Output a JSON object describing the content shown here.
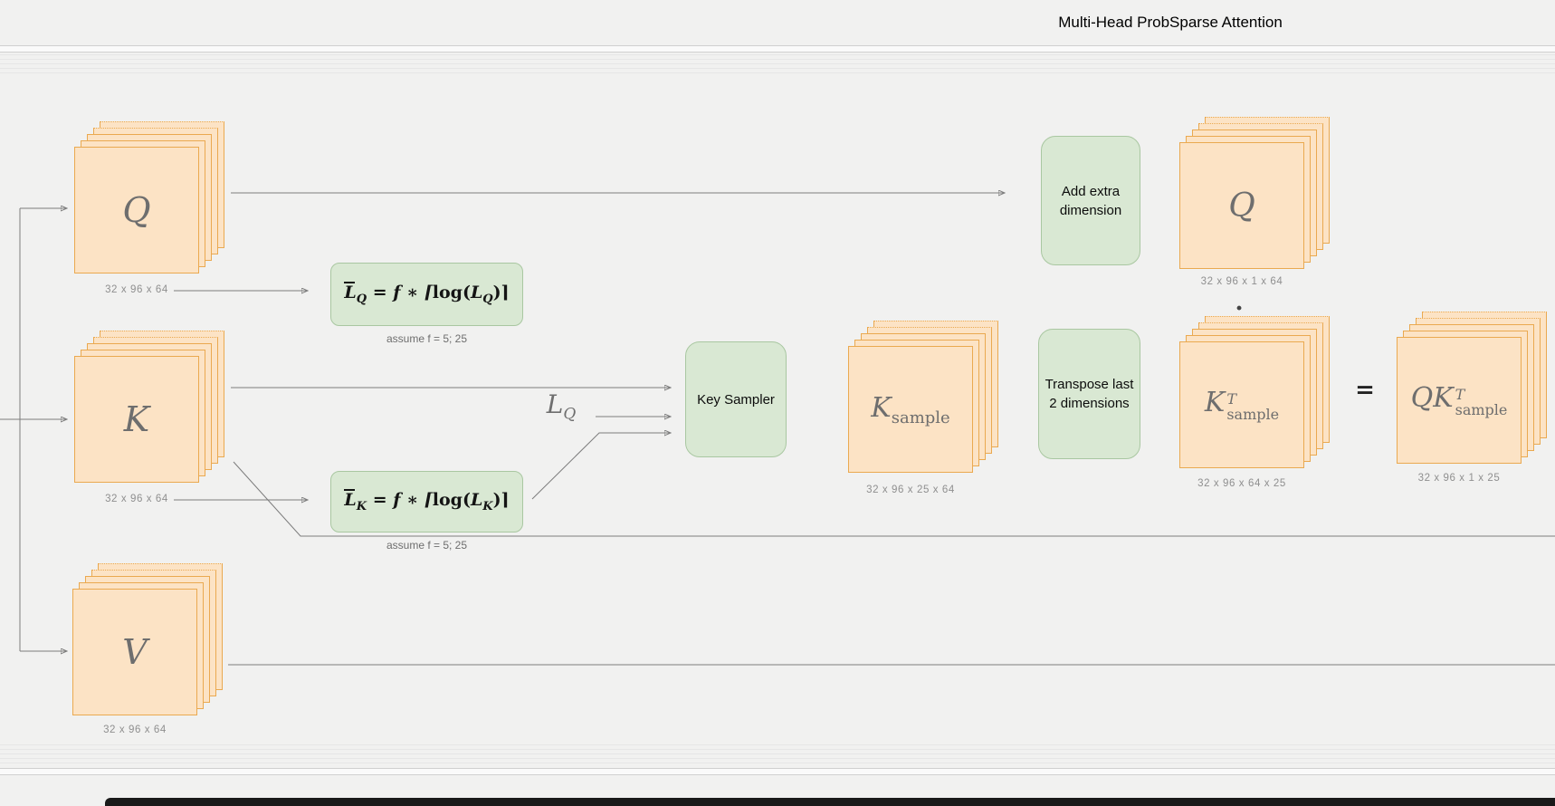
{
  "title": "Multi-Head ProbSparse Attention",
  "colors": {
    "canvas_bg": "#f1f1f0",
    "stack_fill": "#fce3c5",
    "stack_border": "#eaa950",
    "green_fill": "#d9e8d3",
    "green_border": "#a9c7a1",
    "connector": "#7d7d7d",
    "muted_text": "#8f8f8f"
  },
  "inputs": {
    "q": {
      "letter": "Q",
      "dims": "32 x 96 x 64"
    },
    "k": {
      "letter": "K",
      "dims": "32 x 96 x 64"
    },
    "v": {
      "letter": "V",
      "dims": "32 x 96 x 64"
    }
  },
  "formulas": {
    "lq": {
      "text": "L̄Q = f ∗ ⌈log(LQ)⌉",
      "lhs_base": "L",
      "lhs_sub": "Q",
      "mid": " = f ∗ ⌈",
      "log": "log",
      "open": "(",
      "arg_base": "L",
      "arg_sub": "Q",
      "end": ")⌉",
      "note": "assume f = 5; 25"
    },
    "lk": {
      "text": "L̄K = f ∗ ⌈log(LK)⌉",
      "lhs_base": "L",
      "lhs_sub": "K",
      "mid": " = f ∗ ⌈",
      "log": "log",
      "open": "(",
      "arg_base": "L",
      "arg_sub": "K",
      "end": ")⌉",
      "note": "assume f = 5; 25"
    }
  },
  "actions": {
    "key_sampler": "Key Sampler",
    "add_extra": "Add extra dimension",
    "transpose": "Transpose last 2 dimensions"
  },
  "annotations": {
    "lq_label": {
      "base": "L",
      "sub": "Q"
    },
    "equals": "=",
    "dot": "·"
  },
  "outputs": {
    "k_sample": {
      "base": "K",
      "sub": "sample",
      "dims": "32 x 96 x 25 x 64"
    },
    "q_expanded": {
      "letter": "Q",
      "dims": "32 x 96 x 1 x 64"
    },
    "kt_sample": {
      "base": "K",
      "sup": "T",
      "sub": "sample",
      "dims": "32 x 96 x 64 x 25"
    },
    "qkt_sample": {
      "base": "QK",
      "sup": "T",
      "sub": "sample",
      "dims": "32 x 96 x 1 x 25"
    }
  }
}
